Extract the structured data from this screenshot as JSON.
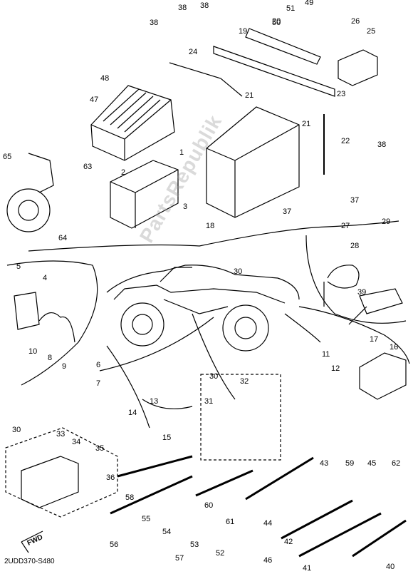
{
  "diagram": {
    "code": "2UDD370-S480",
    "watermark": "PartsRepublik",
    "fwd_label": "FWD",
    "callouts": [
      "1",
      "2",
      "3",
      "4",
      "5",
      "6",
      "7",
      "8",
      "9",
      "10",
      "11",
      "12",
      "13",
      "14",
      "15",
      "16",
      "17",
      "18",
      "19",
      "20",
      "21",
      "21",
      "22",
      "23",
      "24",
      "25",
      "26",
      "27",
      "28",
      "29",
      "30",
      "30",
      "30",
      "31",
      "32",
      "33",
      "34",
      "35",
      "36",
      "37",
      "37",
      "38",
      "38",
      "38",
      "38",
      "39",
      "40",
      "41",
      "42",
      "43",
      "44",
      "45",
      "46",
      "47",
      "48",
      "49",
      "50",
      "51",
      "52",
      "53",
      "54",
      "55",
      "56",
      "57",
      "58",
      "59",
      "60",
      "61",
      "62",
      "63",
      "64",
      "65"
    ]
  }
}
